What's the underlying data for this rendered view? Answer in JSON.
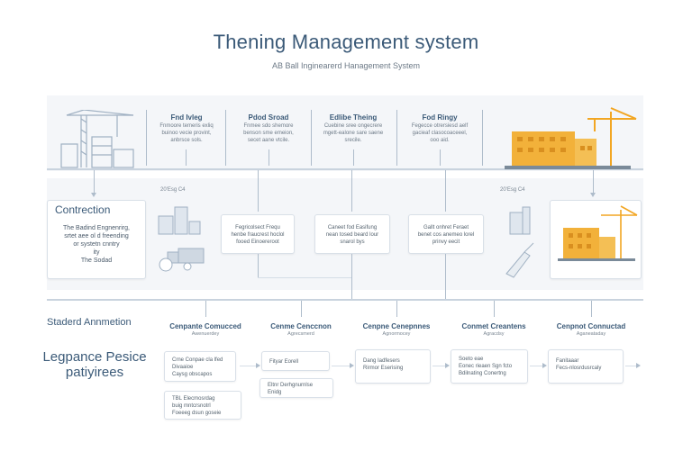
{
  "header": {
    "title": "Thening Management system",
    "subtitle": "AB Ball Inginearerd Hanagement System"
  },
  "top_row": [
    {
      "label": "Fnd Ivleg",
      "desc": "Fnmoore temeris exliq\nbuinoo vecie provint,\nanbrsce sols."
    },
    {
      "label": "Pdod Sroad",
      "desc": "Fnmee sdo shemore\nbenson sme emeion,\nsecet aane vtcile."
    },
    {
      "label": "Edlibe Theing",
      "desc": "Cuebine sree ongecrere\nmgett-ealone sare saene\nsrecile."
    },
    {
      "label": "Fod Ringy",
      "desc": "Fegecce otrersiesd aelf\ngacieaf clasocoaceeel,\nooo aid."
    }
  ],
  "middle": {
    "left_label": "20'Esg C4",
    "right_label": "20'Esg C4",
    "section_title": "Contrection",
    "section_text": [
      "The Badind Engnenrirg,",
      "srtet aee ol d freending",
      "or systetn cnntry",
      "ity",
      "The Sodad"
    ],
    "boxes": [
      "Fegricolsect Frequ\nhenbe fraucrest hoclol\nfooed Einoereroot",
      "Caneet fod Easifung\nnean tosed beard lour\nsnarol bys",
      "Gallt onhret Feraet\nbenet cos anemeo lorel\nprinvy eecit"
    ]
  },
  "bottom": {
    "left_title": "Staderd Annmetion",
    "left_big": "Legpance Pesice patiyirees",
    "columns": [
      {
        "head": "Cenpante Comucced",
        "sub": "Awenuerdey",
        "items": [
          "Crne Conpae cla lfed\nDivaaioe\nCaysg obscapos"
        ]
      },
      {
        "head": "Cenme Cenccnon",
        "sub": "Agrecsmerd",
        "items": [
          "Fityar Eorell"
        ]
      },
      {
        "head": "Cenpne Cenepnnes",
        "sub": "Agnormocey",
        "items": [
          "Dang Iadfesers",
          "Rirmor Eserising"
        ]
      },
      {
        "head": "Conmet Creantens",
        "sub": "Agracdsy",
        "items": [
          "Soeto eae",
          "Eonec rieaen Sgn fcto\nBdilnating Conertng"
        ]
      },
      {
        "head": "Cenpnot Connuctad",
        "sub": "Aganeataday",
        "items": [
          "Fanitaaar",
          "Fecs-nlosrdusrcaly"
        ]
      }
    ],
    "extra_boxes": [
      "TBL Elecmosrdag\nbuig mntcrsnotrl\nFoeeeg dsun goseie",
      "Eltnr Derhgnurnlse\nEnidg"
    ]
  },
  "colors": {
    "accent": "#3b5a78",
    "building": "#f2b13a",
    "line": "#aebccb"
  }
}
